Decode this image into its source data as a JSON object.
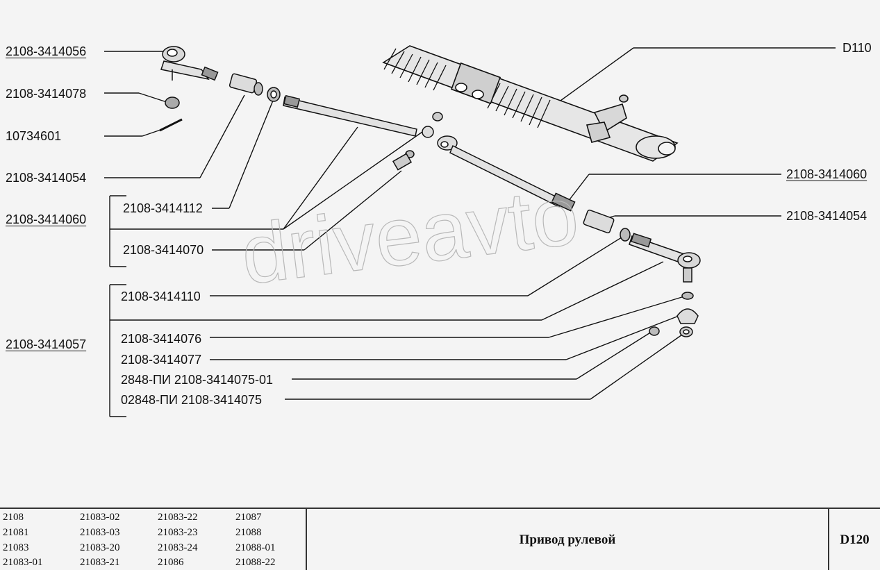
{
  "watermark": "driveavto",
  "labels": {
    "l1": "2108-3414056",
    "l2": "2108-3414078",
    "l3": "10734601",
    "l4": "2108-3414054",
    "l5": "2108-3414060",
    "l6": "2108-3414112",
    "l7": "2108-3414070",
    "l8": "2108-3414057",
    "l9": "2108-3414110",
    "l10": "2108-3414076",
    "l11": "2108-3414077",
    "l12": "2848-ПИ  2108-3414075-01",
    "l13": "02848-ПИ  2108-3414075",
    "r1": "D110",
    "r2": "2108-3414060",
    "r3": "2108-3414054"
  },
  "footer": {
    "models": [
      "2108",
      "21081",
      "21083",
      "21083-01",
      "21083-02",
      "21083-03",
      "21083-20",
      "21083-21",
      "21083-22",
      "21083-23",
      "21083-24",
      "21086",
      "21087",
      "21088",
      "21088-01",
      "21088-22"
    ],
    "title": "Привод рулевой",
    "code": "D120"
  },
  "colors": {
    "line": "#111111",
    "part_fill": "#e6e6e6",
    "shade": "#555555",
    "watermark": "#b8b8b8"
  }
}
